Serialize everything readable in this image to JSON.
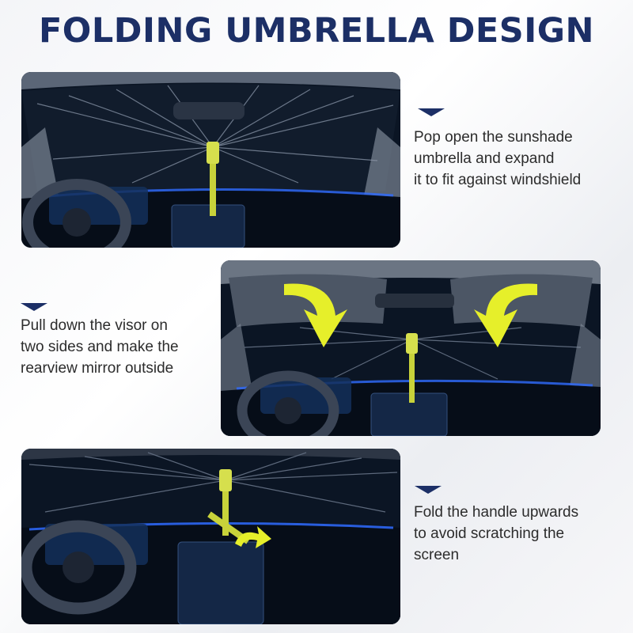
{
  "title": "FOLDING UMBRELLA DESIGN",
  "colors": {
    "title": "#1c2f66",
    "marker": "#1c2f66",
    "handle": "#c8d23a",
    "arrow": "#e6ef2a",
    "dash_glow": "#2f6bff"
  },
  "steps": [
    {
      "lines": [
        "Pop open the sunshade",
        "umbrella and expand",
        "it to fit against windshield"
      ],
      "image": "umbrella-expanded-in-car"
    },
    {
      "lines": [
        "Pull down the visor on",
        "two sides and make the",
        "rearview mirror outside"
      ],
      "image": "visors-pulled-down-with-arrows"
    },
    {
      "lines": [
        "Fold the handle upwards",
        "to avoid scratching the",
        "screen"
      ],
      "image": "handle-folded-upwards"
    }
  ]
}
